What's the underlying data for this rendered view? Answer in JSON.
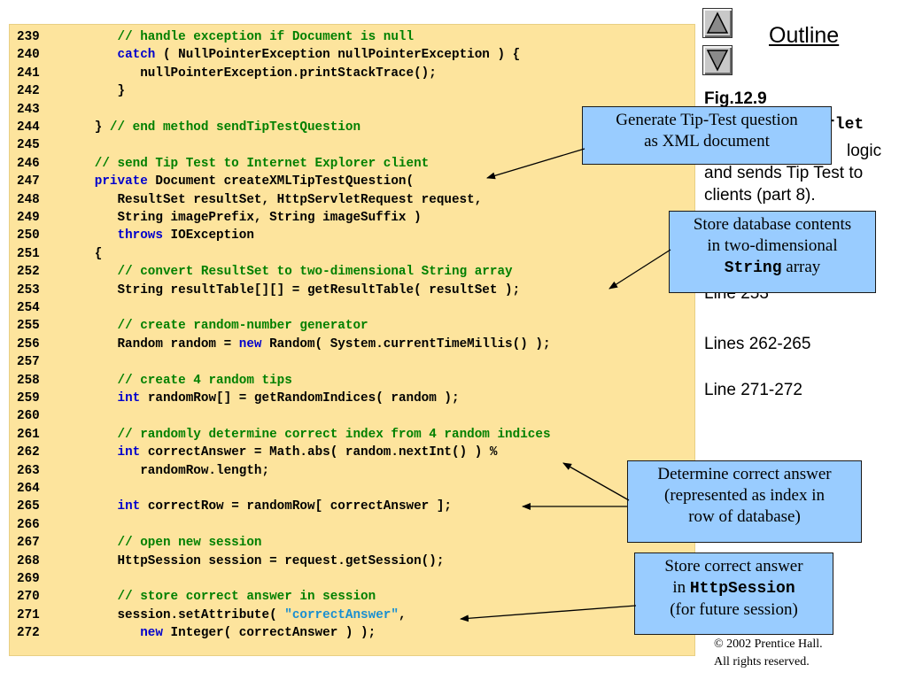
{
  "code_lines": [
    {
      "n": "239",
      "p": [
        {
          "t": "      "
        },
        {
          "t": "// handle exception if Document is null",
          "c": "c"
        }
      ]
    },
    {
      "n": "240",
      "p": [
        {
          "t": "      "
        },
        {
          "t": "catch",
          "c": "k"
        },
        {
          "t": " ( NullPointerException nullPointerException ) {"
        }
      ]
    },
    {
      "n": "241",
      "p": [
        {
          "t": "         nullPointerException.printStackTrace();"
        }
      ]
    },
    {
      "n": "242",
      "p": [
        {
          "t": "      }"
        }
      ]
    },
    {
      "n": "243",
      "p": []
    },
    {
      "n": "244",
      "p": [
        {
          "t": "   } "
        },
        {
          "t": "// end method sendTipTestQuestion",
          "c": "c"
        }
      ]
    },
    {
      "n": "245",
      "p": []
    },
    {
      "n": "246",
      "p": [
        {
          "t": "   "
        },
        {
          "t": "// send Tip Test to Internet Explorer client",
          "c": "c"
        }
      ]
    },
    {
      "n": "247",
      "p": [
        {
          "t": "   "
        },
        {
          "t": "private",
          "c": "k"
        },
        {
          "t": " Document createXMLTipTestQuestion("
        }
      ]
    },
    {
      "n": "248",
      "p": [
        {
          "t": "      ResultSet resultSet, HttpServletRequest request,"
        }
      ]
    },
    {
      "n": "249",
      "p": [
        {
          "t": "      String imagePrefix, String imageSuffix )"
        }
      ]
    },
    {
      "n": "250",
      "p": [
        {
          "t": "      "
        },
        {
          "t": "throws",
          "c": "k"
        },
        {
          "t": " IOException"
        }
      ]
    },
    {
      "n": "251",
      "p": [
        {
          "t": "   {"
        }
      ]
    },
    {
      "n": "252",
      "p": [
        {
          "t": "      "
        },
        {
          "t": "// convert ResultSet to two-dimensional String array",
          "c": "c"
        }
      ]
    },
    {
      "n": "253",
      "p": [
        {
          "t": "      String resultTable[][] = getResultTable( resultSet );"
        }
      ]
    },
    {
      "n": "254",
      "p": []
    },
    {
      "n": "255",
      "p": [
        {
          "t": "      "
        },
        {
          "t": "// create random-number generator",
          "c": "c"
        }
      ]
    },
    {
      "n": "256",
      "p": [
        {
          "t": "      Random random = "
        },
        {
          "t": "new",
          "c": "k"
        },
        {
          "t": " Random( System.currentTimeMillis() );"
        }
      ]
    },
    {
      "n": "257",
      "p": []
    },
    {
      "n": "258",
      "p": [
        {
          "t": "      "
        },
        {
          "t": "// create 4 random tips",
          "c": "c"
        }
      ]
    },
    {
      "n": "259",
      "p": [
        {
          "t": "      "
        },
        {
          "t": "int",
          "c": "k"
        },
        {
          "t": " randomRow[] = getRandomIndices( random );"
        }
      ]
    },
    {
      "n": "260",
      "p": []
    },
    {
      "n": "261",
      "p": [
        {
          "t": "      "
        },
        {
          "t": "// randomly determine correct index from 4 random indices",
          "c": "c"
        }
      ]
    },
    {
      "n": "262",
      "p": [
        {
          "t": "      "
        },
        {
          "t": "int",
          "c": "k"
        },
        {
          "t": " correctAnswer = Math.abs( random.nextInt() ) %"
        }
      ]
    },
    {
      "n": "263",
      "p": [
        {
          "t": "         randomRow.length;"
        }
      ]
    },
    {
      "n": "264",
      "p": []
    },
    {
      "n": "265",
      "p": [
        {
          "t": "      "
        },
        {
          "t": "int",
          "c": "k"
        },
        {
          "t": " correctRow = randomRow[ correctAnswer ];"
        }
      ]
    },
    {
      "n": "266",
      "p": []
    },
    {
      "n": "267",
      "p": [
        {
          "t": "      "
        },
        {
          "t": "// open new session",
          "c": "c"
        }
      ]
    },
    {
      "n": "268",
      "p": [
        {
          "t": "      HttpSession session = request.getSession();"
        }
      ]
    },
    {
      "n": "269",
      "p": []
    },
    {
      "n": "270",
      "p": [
        {
          "t": "      "
        },
        {
          "t": "// store correct answer in session",
          "c": "c"
        }
      ]
    },
    {
      "n": "271",
      "p": [
        {
          "t": "      session.setAttribute( "
        },
        {
          "t": "\"correctAnswer\"",
          "c": "s"
        },
        {
          "t": ","
        }
      ]
    },
    {
      "n": "272",
      "p": [
        {
          "t": "         "
        },
        {
          "t": "new",
          "c": "k"
        },
        {
          "t": " Integer( correctAnswer ) );"
        }
      ]
    }
  ],
  "nav": {
    "up_icon": "triangle-up-icon",
    "down_icon": "triangle-down-icon"
  },
  "outline_title": "Outline",
  "sidebar": {
    "fig": "Fig.12.9",
    "servlet_name": "rlet",
    "desc_1": "logic",
    "desc_2": "and sends Tip Test to",
    "desc_3": "clients (part 8).",
    "line_253": "Line 253",
    "lines_262": "Lines 262-265",
    "line_271": "Line 271-272"
  },
  "callouts": {
    "c1_line1": "Generate Tip-Test question",
    "c1_line2": "as XML document",
    "c2_line1": "Store database contents",
    "c2_line2": "in two-dimensional",
    "c2_code": "String",
    "c2_tail": " array",
    "c3_line1": "Determine correct answer",
    "c3_line2": "(represented as index in",
    "c3_line3": "row of database)",
    "c4_line1": "Store correct answer",
    "c4_pre": "in ",
    "c4_code": "HttpSession",
    "c4_line3": "(for future session)"
  },
  "copyright": {
    "line1": "© 2002 Prentice Hall.",
    "line2": "All rights reserved."
  },
  "colors": {
    "code_bg": "#fde49d",
    "comment": "#008000",
    "keyword": "#0000cc",
    "string": "#1a8fd1",
    "callout_bg": "#99ccff"
  }
}
